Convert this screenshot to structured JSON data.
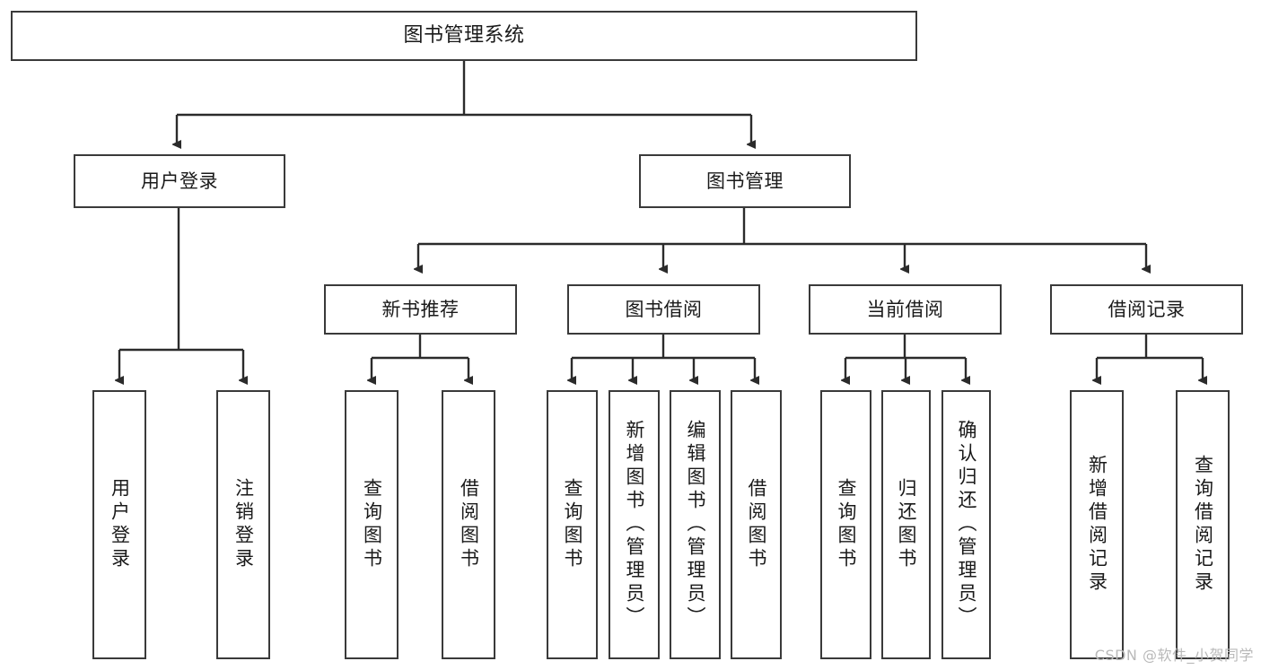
{
  "diagram": {
    "title": "图书管理系统",
    "watermark": "CSDN @软件_小贺同学",
    "colors": {
      "box_border": "#3a3a3a",
      "box_fill": "#ffffff",
      "line": "#2b2b2b",
      "text": "#1a1a1a",
      "watermark": "#b9b9b9",
      "background": "#ffffff"
    }
  },
  "nodes": {
    "root": {
      "label": "图书管理系统"
    },
    "level2": [
      {
        "id": "user-login",
        "label": "用户登录"
      },
      {
        "id": "book-manage",
        "label": "图书管理"
      }
    ],
    "level3": [
      {
        "id": "new-book-recommend",
        "label": "新书推荐"
      },
      {
        "id": "book-borrow",
        "label": "图书借阅"
      },
      {
        "id": "current-borrow",
        "label": "当前借阅"
      },
      {
        "id": "borrow-record",
        "label": "借阅记录"
      }
    ],
    "leaves": {
      "user_login": [
        {
          "id": "leaf-user-login",
          "label": "用户登录"
        },
        {
          "id": "leaf-logout-login",
          "label": "注销登录"
        }
      ],
      "new_book_recommend": [
        {
          "id": "leaf-query-book-1",
          "label": "查询图书"
        },
        {
          "id": "leaf-borrow-book-1",
          "label": "借阅图书"
        }
      ],
      "book_borrow": [
        {
          "id": "leaf-query-book-2",
          "label": "查询图书"
        },
        {
          "id": "leaf-add-book",
          "label": "新增图书（管理员）"
        },
        {
          "id": "leaf-edit-book",
          "label": "编辑图书（管理员）"
        },
        {
          "id": "leaf-borrow-book-2",
          "label": "借阅图书"
        }
      ],
      "current_borrow": [
        {
          "id": "leaf-query-book-3",
          "label": "查询图书"
        },
        {
          "id": "leaf-return-book",
          "label": "归还图书"
        },
        {
          "id": "leaf-confirm-return",
          "label": "确认归还（管理员）"
        }
      ],
      "borrow_record": [
        {
          "id": "leaf-add-record",
          "label": "新增借阅记录"
        },
        {
          "id": "leaf-query-record",
          "label": "查询借阅记录"
        }
      ]
    }
  }
}
